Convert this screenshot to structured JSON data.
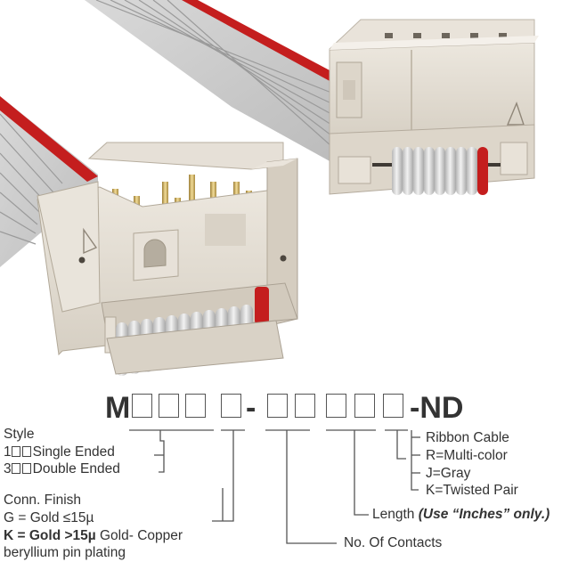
{
  "part_number": {
    "prefix": "M",
    "dash1": "-",
    "suffix": "-ND"
  },
  "style": {
    "title": "Style",
    "opt1_code": "1",
    "opt1_text": "Single Ended",
    "opt2_code": "3",
    "opt2_text": "Double Ended"
  },
  "conn_finish": {
    "title": "Conn. Finish",
    "line1": "G = Gold ≤15µ",
    "line2_bold": "K = Gold >15µ",
    "line2_rest": " Gold- Copper",
    "line3": "beryllium pin plating"
  },
  "contacts": {
    "label": "No. Of Contacts"
  },
  "length": {
    "label": "Length ",
    "note": "(Use “Inches” only.)"
  },
  "cable": {
    "title": "Ribbon Cable",
    "line1": "R=Multi-color",
    "line2": "J=Gray",
    "line3": "K=Twisted Pair"
  },
  "colors": {
    "connector_body": "#e3ddd3",
    "connector_shadow": "#c9c2b6",
    "ribbon_gray": "#d4d4d4",
    "ribbon_red": "#c41e1e",
    "pin_gold": "#d4b66a",
    "text": "#333333"
  }
}
